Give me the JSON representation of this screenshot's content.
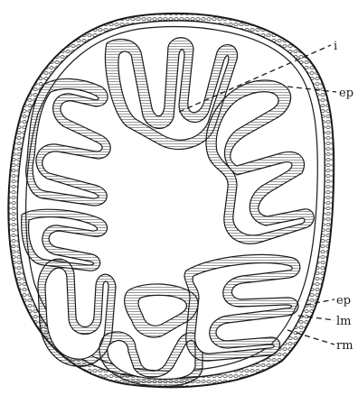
{
  "labels": {
    "i": "i",
    "ep_upper": "ep",
    "ep_lower": "ep",
    "lm": "lm",
    "rm": "rm"
  },
  "colors": {
    "ink": "#1a1a1a",
    "paper": "#ffffff",
    "hatch": "#444444"
  }
}
